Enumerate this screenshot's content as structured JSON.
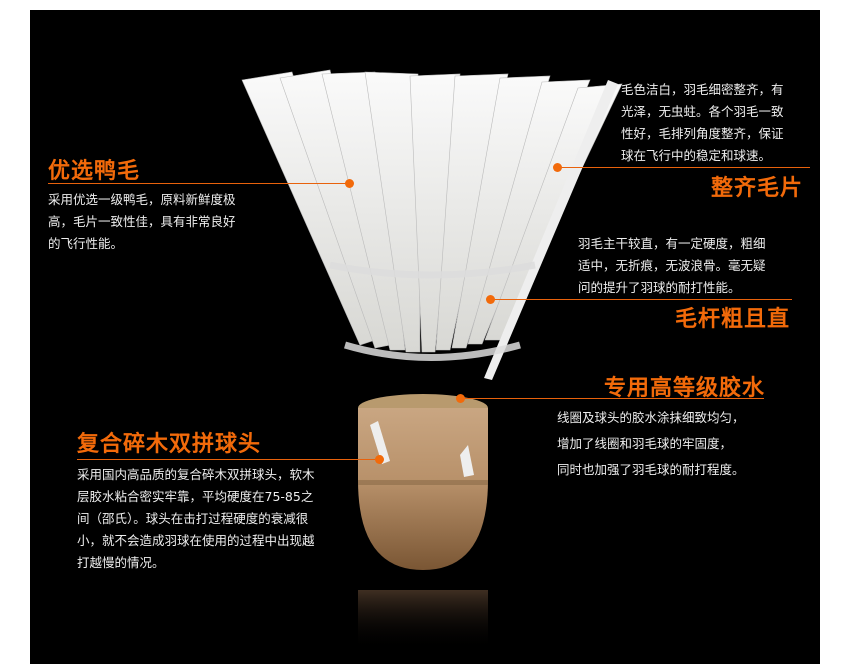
{
  "accent_color": "#f26a0a",
  "features": [
    {
      "title": "优选鸭毛",
      "lines": [
        "采用优选一级鸭毛，原料新鲜度极",
        "高，毛片一致性佳，具有非常良好",
        "的飞行性能。"
      ]
    },
    {
      "title": "整齐毛片",
      "lines": [
        "毛色洁白，羽毛细密整齐，有",
        "光泽，无虫蛀。各个羽毛一致",
        "性好，毛排列角度整齐，保证",
        "球在飞行中的稳定和球速。"
      ]
    },
    {
      "title": "毛杆粗且直",
      "lines": [
        "羽毛主干较直，有一定硬度，粗细",
        "适中，无折痕，无波浪骨。毫无疑",
        "问的提升了羽球的耐打性能。"
      ]
    },
    {
      "title": "专用高等级胶水",
      "lines": [
        "线圈及球头的胶水涂抹细致均匀，",
        "增加了线圈和羽毛球的牢固度，",
        "同时也加强了羽毛球的耐打程度。"
      ]
    },
    {
      "title": "复合碎木双拼球头",
      "lines": [
        "采用国内高品质的复合碎木双拼球头，软木",
        "层胶水粘合密实牢靠，平均硬度在75-85之",
        "间（邵氏）。球头在击打过程硬度的衰减很",
        "小，就不会造成羽球在使用的过程中出现越",
        "打越慢的情况。"
      ]
    }
  ]
}
